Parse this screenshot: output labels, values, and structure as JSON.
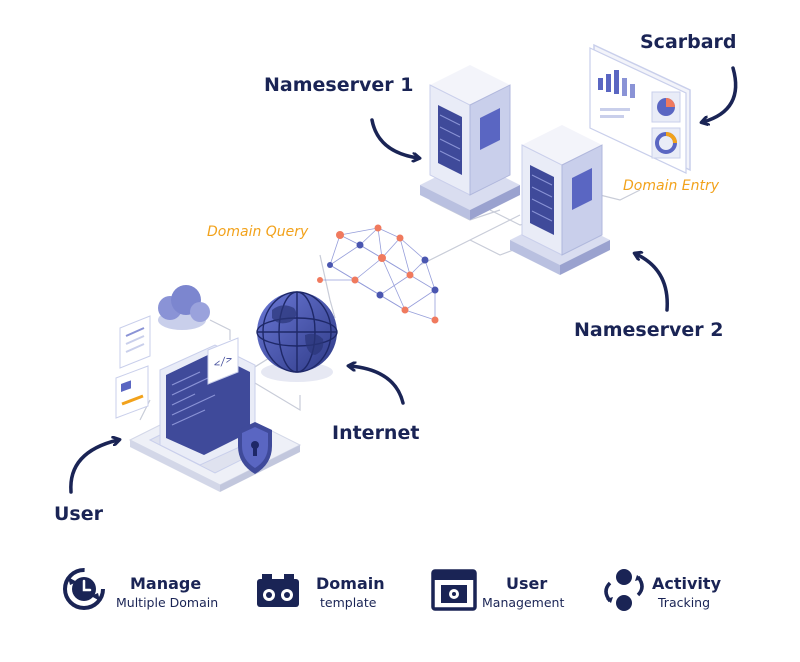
{
  "labels": {
    "scarbard": "Scarbard",
    "nameserver1": "Nameserver 1",
    "nameserver2": "Nameserver 2",
    "domain_entry": "Domain Entry",
    "domain_query": "Domain Query",
    "internet": "Internet",
    "user": "User"
  },
  "features": [
    {
      "title": "Manage",
      "subtitle": "Multiple Domain",
      "icon": "clock-arrows-icon"
    },
    {
      "title": "Domain",
      "subtitle": "template",
      "icon": "domain-template-icon"
    },
    {
      "title": "User",
      "subtitle": "Management",
      "icon": "browser-window-icon"
    },
    {
      "title": "Activity",
      "subtitle": "Tracking",
      "icon": "activity-cycle-icon"
    }
  ],
  "colors": {
    "navy": "#1a2455",
    "accent_orange": "#f2a21b",
    "server_light": "#e9ecf7",
    "server_mid": "#c9cfeb",
    "server_dark": "#3f4a9a",
    "network_node": "#f07a5e",
    "network_edge": "#8a93d6"
  }
}
